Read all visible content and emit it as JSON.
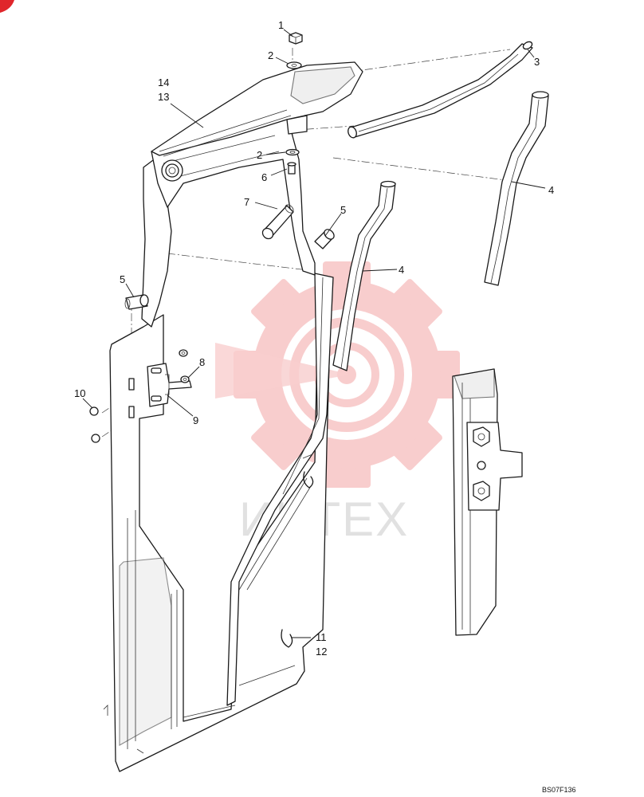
{
  "diagram": {
    "callouts": [
      {
        "id": "c1",
        "label": "1"
      },
      {
        "id": "c2a",
        "label": "2"
      },
      {
        "id": "c3",
        "label": "3"
      },
      {
        "id": "c14",
        "label": "14"
      },
      {
        "id": "c13",
        "label": "13"
      },
      {
        "id": "c2b",
        "label": "2"
      },
      {
        "id": "c6",
        "label": "6"
      },
      {
        "id": "c4a",
        "label": "4"
      },
      {
        "id": "c7",
        "label": "7"
      },
      {
        "id": "c5a",
        "label": "5"
      },
      {
        "id": "c4b",
        "label": "4"
      },
      {
        "id": "c5b",
        "label": "5"
      },
      {
        "id": "c8",
        "label": "8"
      },
      {
        "id": "c10",
        "label": "10"
      },
      {
        "id": "c9",
        "label": "9"
      },
      {
        "id": "c11",
        "label": "11"
      },
      {
        "id": "c12",
        "label": "12"
      }
    ],
    "reference_code": "BS07F136",
    "watermark_text": "ИНТЕХ",
    "colors": {
      "line": "#1a1a1a",
      "watermark": "#f7c5c5",
      "corner_mark": "#e0262b"
    }
  }
}
